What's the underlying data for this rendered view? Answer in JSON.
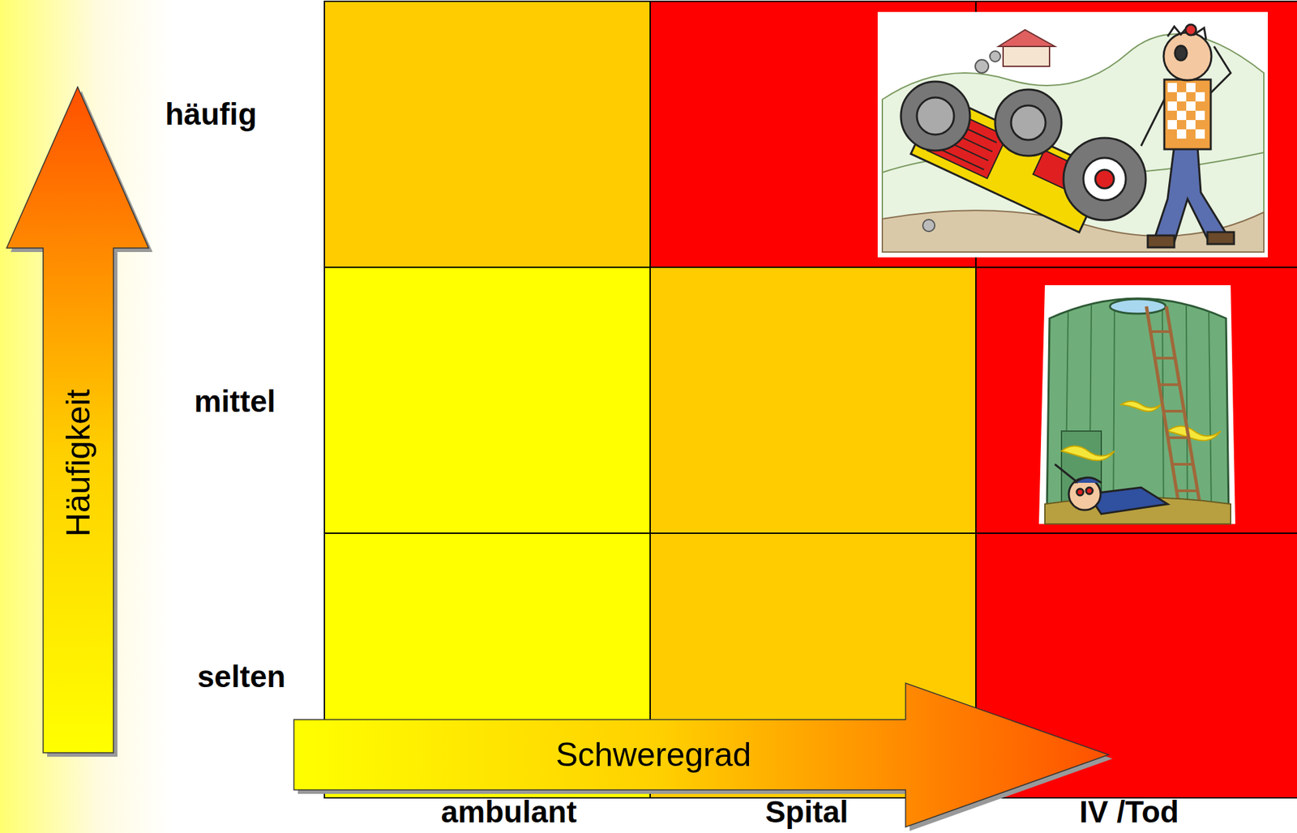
{
  "diagram": {
    "nodes": [
      {
        "text": [
          "Häufigkeit"
        ]
      },
      {
        "text": [
          "Schweregrad"
        ]
      }
    ],
    "labels": [
      "häufig",
      "mittel",
      "selten",
      "ambulant",
      "Spital",
      "IV /Tod"
    ]
  }
}
